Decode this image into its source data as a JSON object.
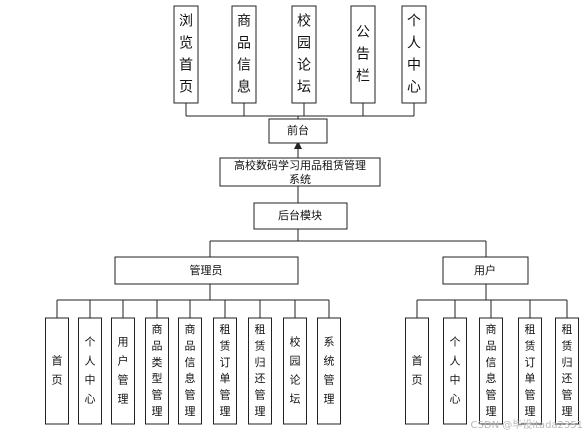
{
  "front": {
    "label": "前台",
    "items": [
      "浏览首页",
      "商品信息",
      "校园论坛",
      "公告栏",
      "个人中心"
    ]
  },
  "system": {
    "label_line1": "高校数码学习用品租赁管理",
    "label_line2": "系统"
  },
  "backend": {
    "label": "后台模块"
  },
  "admin": {
    "label": "管理员",
    "items": [
      "首页",
      "个人中心",
      "用户管理",
      "商品类型管理",
      "商品信息管理",
      "租赁订单管理",
      "租赁归还管理",
      "校园论坛",
      "系统管理"
    ]
  },
  "user": {
    "label": "用户",
    "items": [
      "首页",
      "个人中心",
      "商品信息管理",
      "租赁订单管理",
      "租赁归还管理"
    ]
  },
  "watermark": "CSDN @毕设itada2351",
  "colors": {
    "stroke": "#222222",
    "text": "#111111",
    "watermark": "#b8b8b8"
  }
}
